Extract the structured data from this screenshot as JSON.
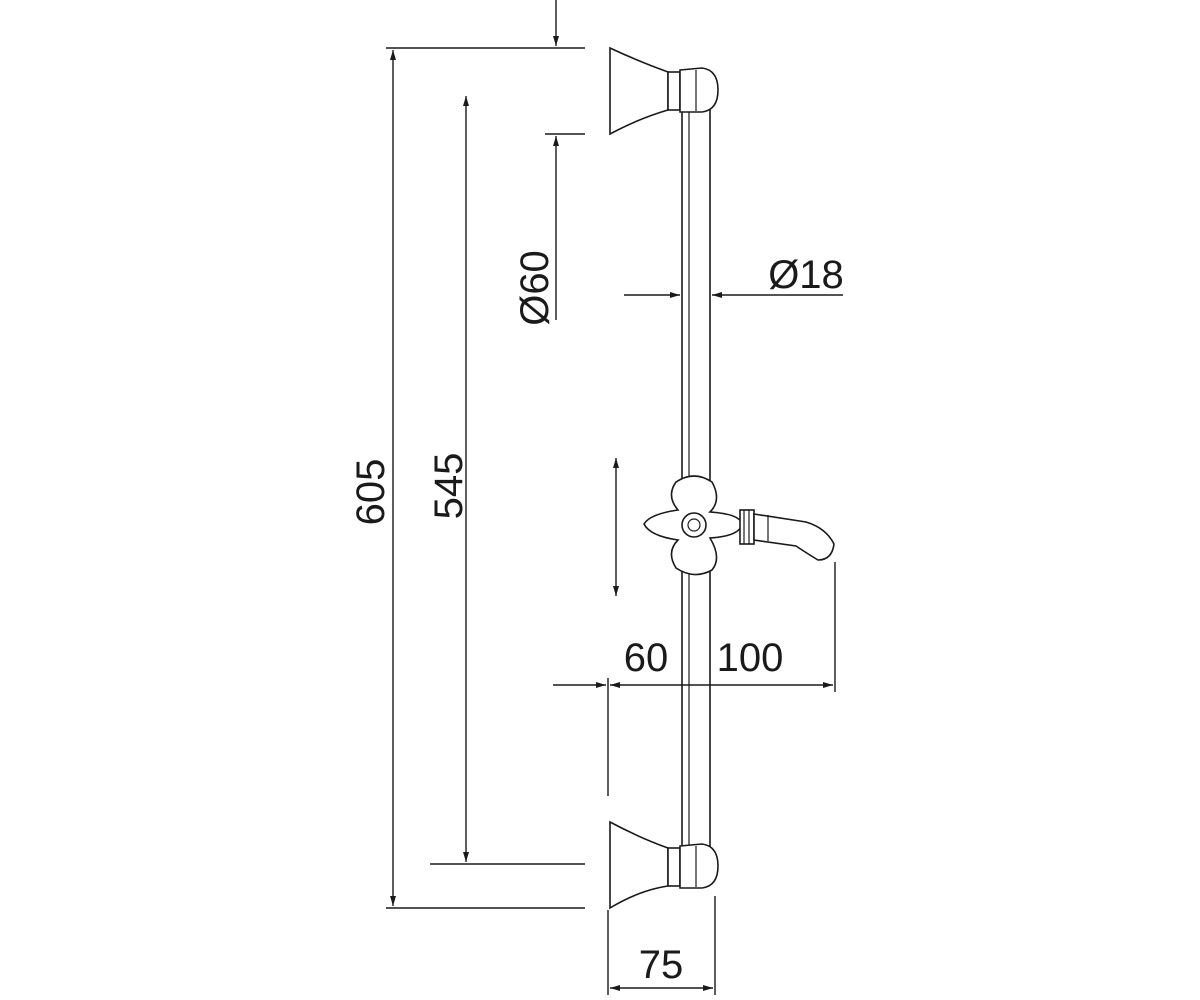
{
  "dimensions": {
    "total_length": "605",
    "bracket_spacing": "545",
    "bracket_diameter": "Ø60",
    "bar_diameter": "Ø18",
    "bracket_half_width": "60",
    "holder_projection": "100",
    "wall_projection": "75"
  },
  "colors": {
    "line": "#1a1a1a",
    "background": "#ffffff"
  }
}
